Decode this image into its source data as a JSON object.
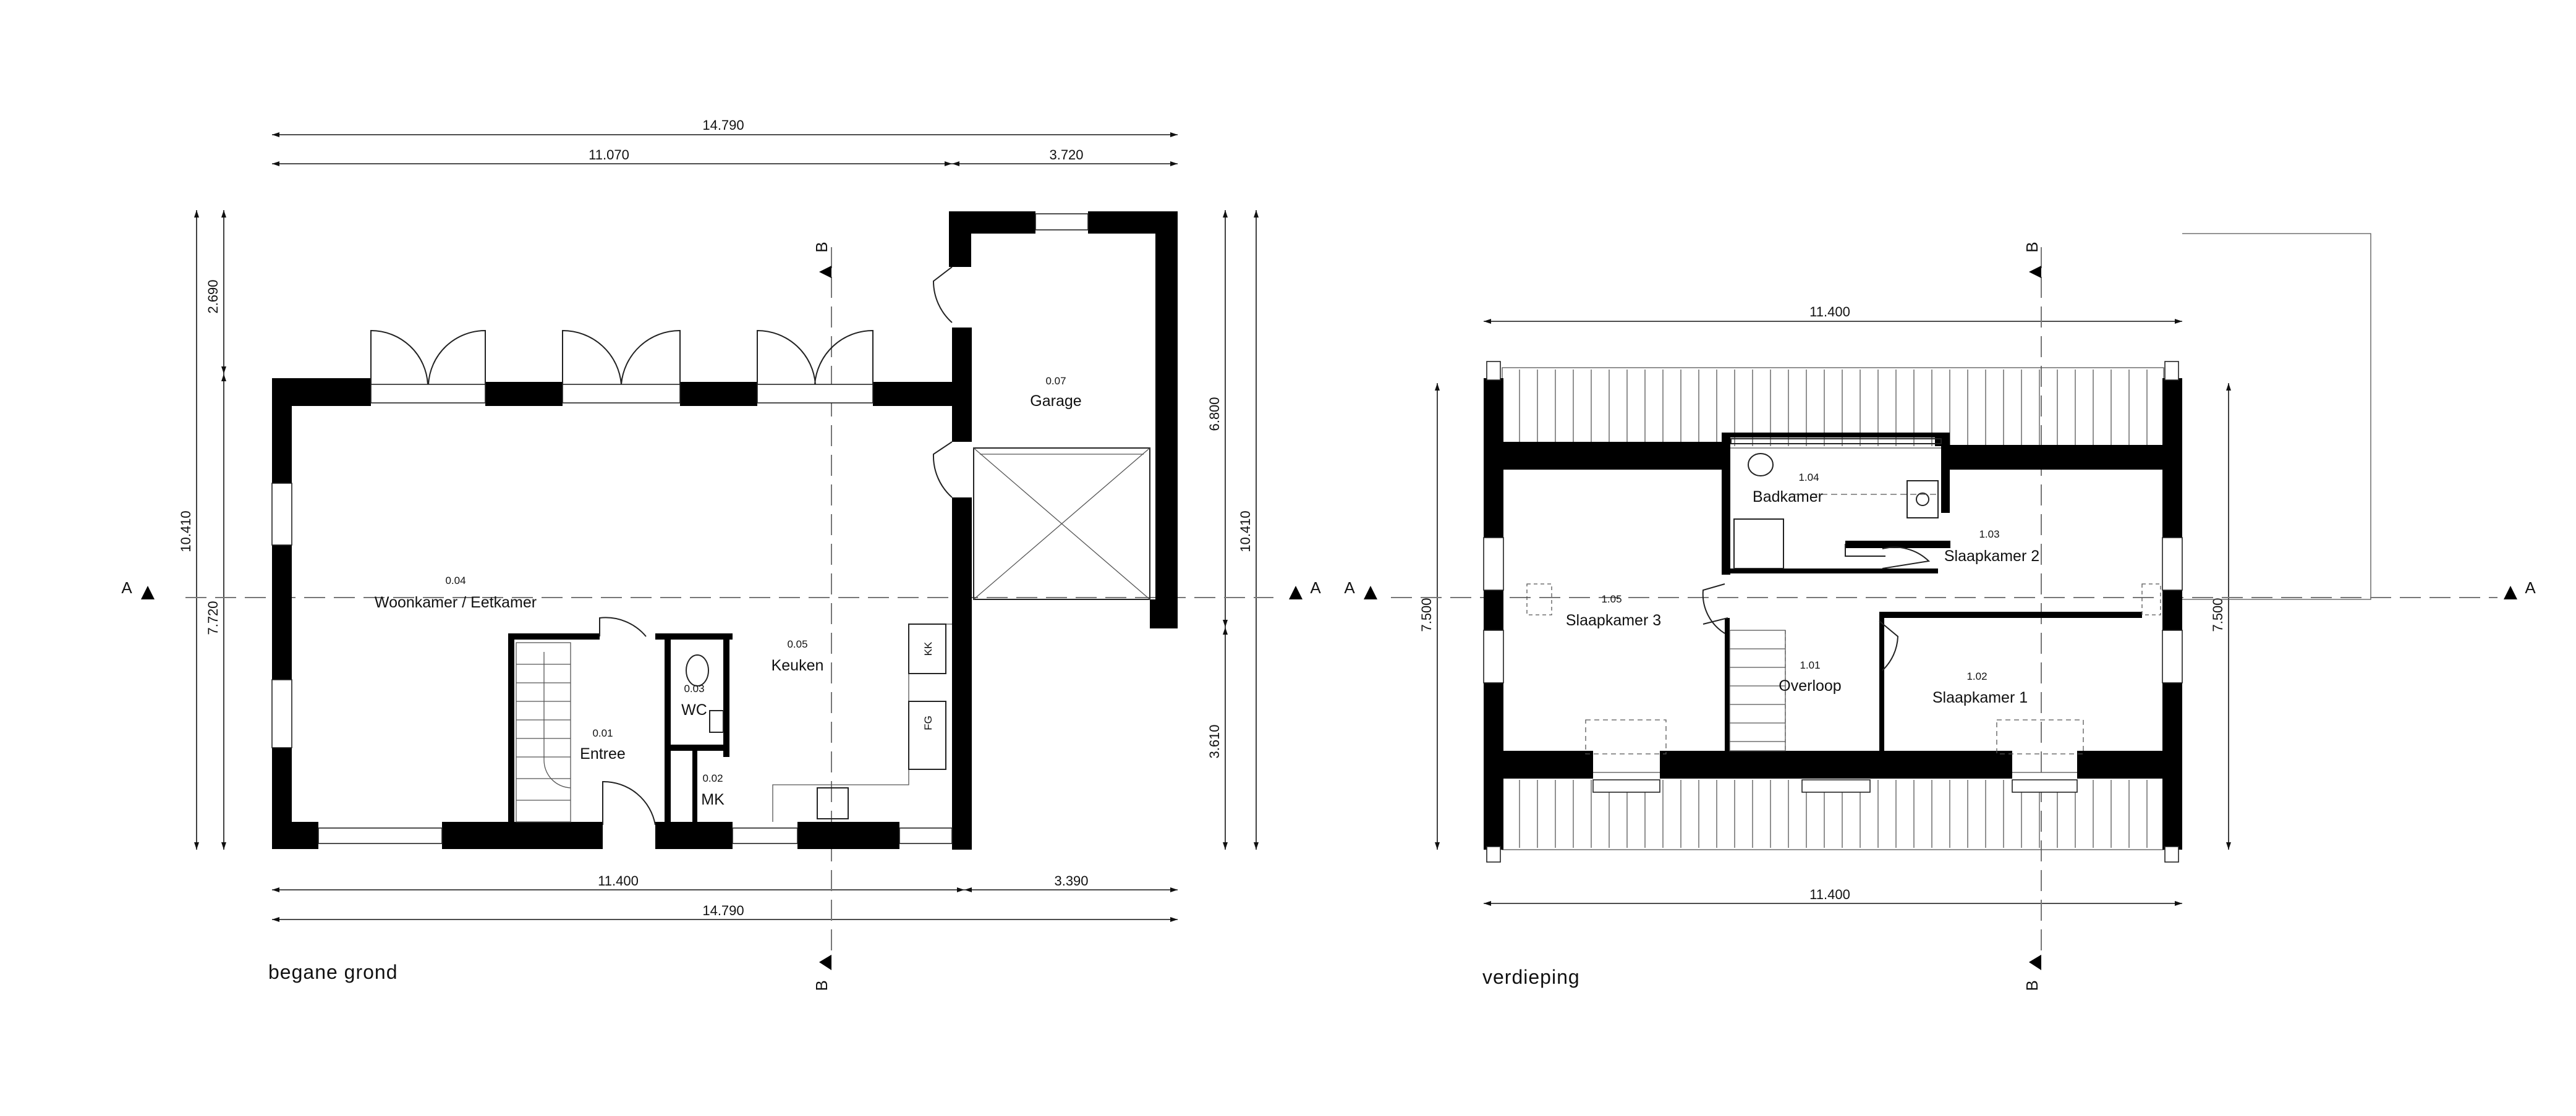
{
  "floors": {
    "ground": {
      "title": "begane grond"
    },
    "upper": {
      "title": "verdieping"
    }
  },
  "rooms": {
    "woonkamer": {
      "num": "0.04",
      "name": "Woonkamer  / Eetkamer"
    },
    "keuken": {
      "num": "0.05",
      "name": "Keuken"
    },
    "garage": {
      "num": "0.07",
      "name": "Garage"
    },
    "entree": {
      "num": "0.01",
      "name": "Entree"
    },
    "wc": {
      "num": "0.03",
      "name": "WC"
    },
    "mk": {
      "num": "0.02",
      "name": "MK"
    },
    "overloop": {
      "num": "1.01",
      "name": "Overloop"
    },
    "slaap1": {
      "num": "1.02",
      "name": "Slaapkamer   1"
    },
    "slaap2": {
      "num": "1.03",
      "name": "Slaapkamer   2"
    },
    "badkamer": {
      "num": "1.04",
      "name": "Badkamer"
    },
    "slaap3": {
      "num": "1.05",
      "name": "Slaapkamer   3"
    }
  },
  "fixtures": {
    "kk": "KK",
    "fg": "FG"
  },
  "dimensions": {
    "ground_top_total": "14.790",
    "ground_top_left": "11.070",
    "ground_top_right": "3.720",
    "ground_bottom_left": "11.400",
    "ground_bottom_right": "3.390",
    "ground_bottom_total": "14.790",
    "ground_left_top": "2.690",
    "ground_left_total": "10.410",
    "ground_left_bottom": "7.720",
    "ground_right_top": "6.800",
    "ground_right_total": "10.410",
    "ground_right_bottom": "3.610",
    "upper_top": "11.400",
    "upper_bottom": "11.400",
    "upper_left": "7.500",
    "upper_right": "7.500"
  },
  "section_marks": {
    "a": "A",
    "b": "B"
  }
}
